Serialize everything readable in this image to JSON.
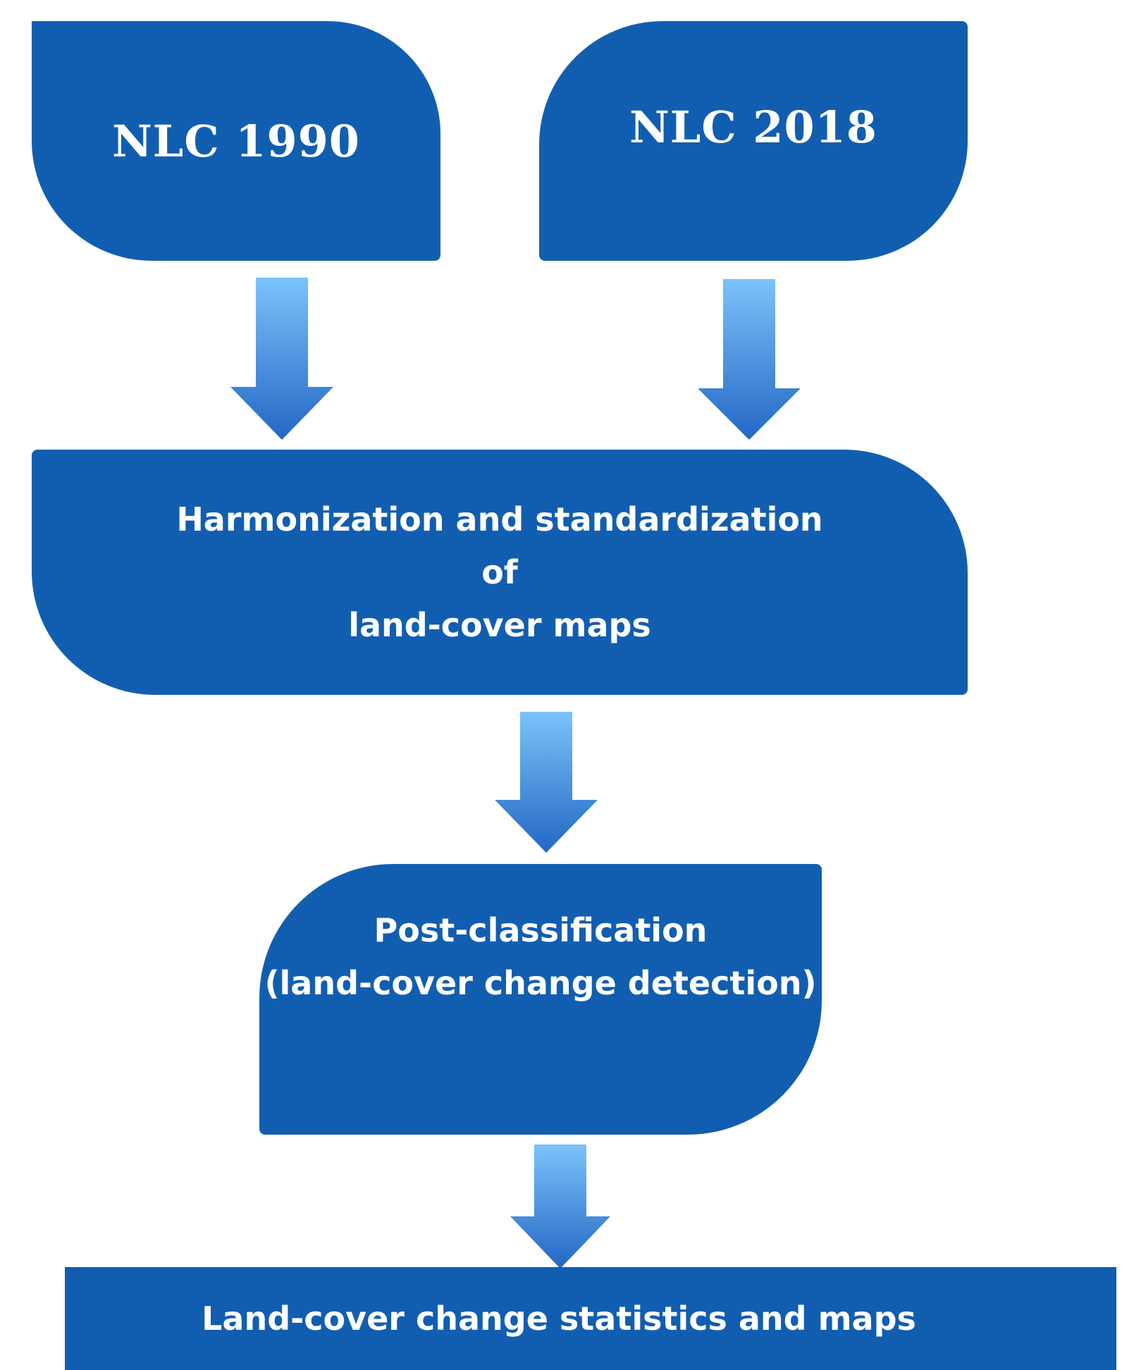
{
  "diagram": {
    "nodes": {
      "nlc1990": {
        "label": "NLC 1990"
      },
      "nlc2018": {
        "label": "NLC 2018"
      },
      "harmonization": {
        "lines": [
          "Harmonization and standardization",
          "of",
          "land-cover maps"
        ]
      },
      "postclassification": {
        "lines": [
          "Post-classification",
          "(land-cover change detection)"
        ]
      },
      "statistics": {
        "label": "Land-cover change statistics and maps"
      }
    },
    "edges": [
      {
        "from": "nlc1990",
        "to": "harmonization"
      },
      {
        "from": "nlc2018",
        "to": "harmonization"
      },
      {
        "from": "harmonization",
        "to": "postclassification"
      },
      {
        "from": "postclassification",
        "to": "statistics"
      }
    ],
    "colors": {
      "box_fill": "#115EB1",
      "text": "#ffffff",
      "arrow_top": "#7BC3FA",
      "arrow_bottom": "#2367C4"
    }
  }
}
